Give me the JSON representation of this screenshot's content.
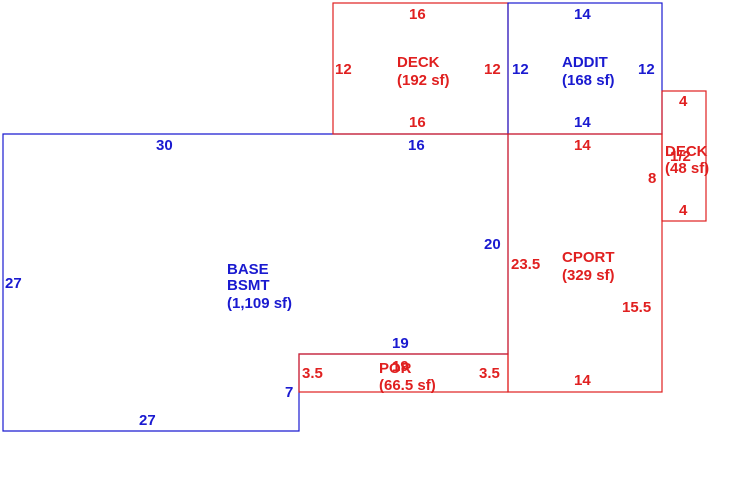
{
  "colors": {
    "blue": "#1a1ad0",
    "red": "#e02020"
  },
  "areas": {
    "base": {
      "line1": "BASE",
      "line2": "BSMT",
      "area": "(1,109 sf)"
    },
    "deck_top": {
      "name": "DECK",
      "area": "(192 sf)"
    },
    "addit": {
      "name": "ADDIT",
      "area": "(168 sf)"
    },
    "deck_side": {
      "name": "DECK",
      "area": "(48 sf)"
    },
    "cport": {
      "name": "CPORT",
      "area": "(329 sf)"
    },
    "por": {
      "name": "POR",
      "area": "(66.5 sf)"
    }
  },
  "dims": {
    "base_top": "30",
    "base_left": "27",
    "base_bottom": "27",
    "base_step": "7",
    "base_notch_top": "19",
    "base_right": "20",
    "base_top_right": "16",
    "deck_top_top": "16",
    "deck_top_left": "12",
    "deck_top_right": "12",
    "deck_top_bottom": "16",
    "addit_top": "14",
    "addit_left": "12",
    "addit_right": "12",
    "addit_bottom": "14",
    "deck_side_top": "4",
    "deck_side_left": "8",
    "deck_side_bottom": "4",
    "deck_side_overlap": "1/2",
    "cport_top": "14",
    "cport_left": "23.5",
    "cport_right": "15.5",
    "cport_bottom": "14",
    "por_left": "3.5",
    "por_right": "3.5",
    "por_top": "19"
  }
}
